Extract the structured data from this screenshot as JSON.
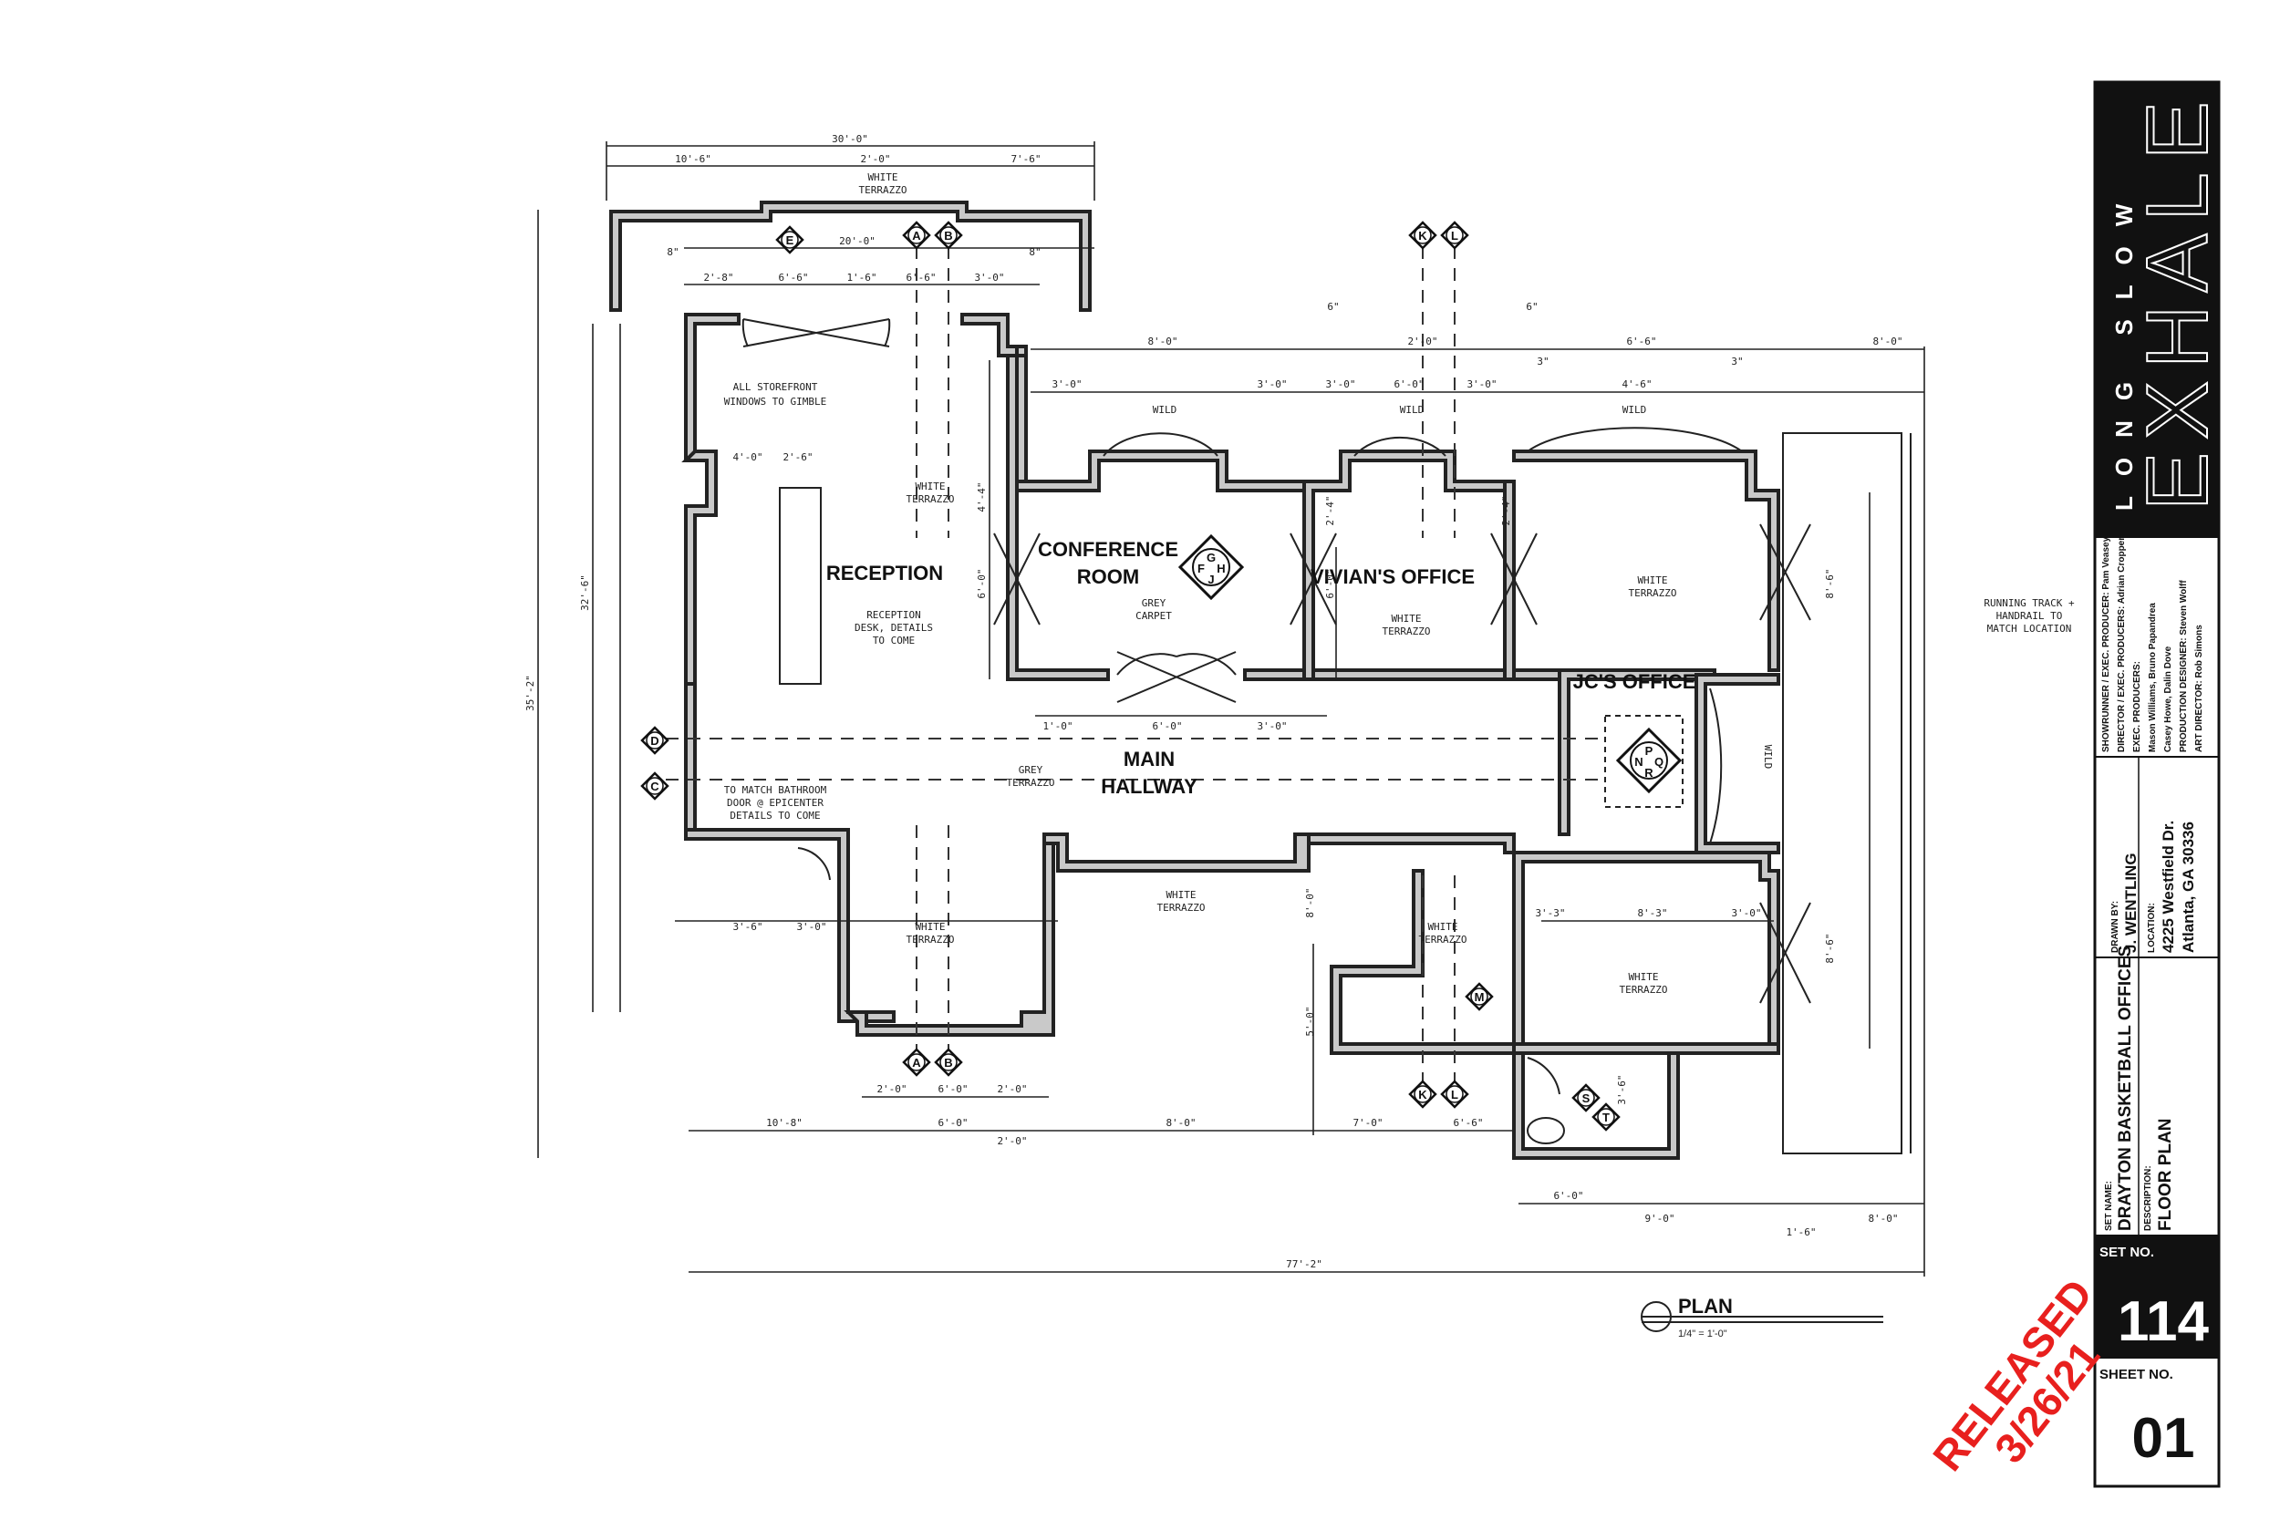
{
  "rooms": {
    "reception": "RECEPTION",
    "conference_1": "CONFERENCE",
    "conference_2": "ROOM",
    "vivian": "VIVIAN'S OFFICE",
    "jc": "JC'S OFFICE",
    "hallway_1": "MAIN",
    "hallway_2": "HALLWAY"
  },
  "notes": {
    "white_terrazzo_1": "WHITE",
    "white_terrazzo_2": "TERRAZZO",
    "grey_carpet_1": "GREY",
    "grey_carpet_2": "CARPET",
    "grey_terrazzo_1": "GREY",
    "grey_terrazzo_2": "TERRAZZO",
    "storefront_1": "ALL STOREFRONT",
    "storefront_2": "WINDOWS TO GIMBLE",
    "desk_1": "RECEPTION",
    "desk_2": "DESK, DETAILS",
    "desk_3": "TO COME",
    "bathroom_1": "TO MATCH BATHROOM",
    "bathroom_2": "DOOR @ EPICENTER",
    "bathroom_3": "DETAILS TO COME",
    "running_1": "RUNNING TRACK +",
    "running_2": "HANDRAIL TO",
    "running_3": "MATCH LOCATION",
    "wild": "WILD"
  },
  "dims": {
    "overall_top": "30'-0\"",
    "top_a": "10'-6\"",
    "top_b": "2'-0\"",
    "top_c": "7'-6\"",
    "d_20": "20'-0\"",
    "d_8": "8\"",
    "d_28": "2'-8\"",
    "d_66": "6'-6\"",
    "d_16": "1'-6\"",
    "d_30": "3'-0\"",
    "d_80": "8'-0\"",
    "d_60": "6\"",
    "d_20b": "2'-0\"",
    "d_46": "4'-6\"",
    "d_3": "3\"",
    "d_26": "2'-6\"",
    "d_40": "4'-0\"",
    "d_44": "4'-4\"",
    "d_24": "2'-4\"",
    "d_10": "1'-0\"",
    "d_60b": "6'-0\"",
    "d_35": "3'-6\"",
    "d_33": "3'-3\"",
    "d_83": "8'-3\"",
    "d_66b": "6'-6\"",
    "d_108": "10'-8\"",
    "d_70": "7'-0\"",
    "d_50": "5'-0\"",
    "d_86": "8'-6\"",
    "d_36": "3'-6\"",
    "d_322": "32'-6\"",
    "d_352": "35'-2\"",
    "d_overall_bottom": "77'-2\"",
    "d_i6": "1'-6\"",
    "d_9": "9'-0\""
  },
  "grid_tags": [
    "A",
    "B",
    "E",
    "K",
    "L",
    "C",
    "D",
    "M",
    "S",
    "T"
  ],
  "elevation_tags": {
    "conf": [
      "G",
      "F",
      "H",
      "J"
    ],
    "jc": [
      "P",
      "N",
      "Q",
      "R"
    ]
  },
  "plan_title": "PLAN",
  "plan_scale": "1/4\" = 1'-0\"",
  "title_block": {
    "show_line1": "LONG SLOW",
    "show_line2": "EXHALE",
    "credits": [
      "SHOWRUNNER / EXEC. PRODUCER: Pam Veasey",
      "DIRECTOR / EXEC. PRODUCERS: Adrian Cropper",
      "EXEC. PRODUCERS:",
      "Mason Williams, Bruno Papandrea",
      "Casey Howe, Dalin Dove",
      "PRODUCTION DESIGNER: Steven Wolff",
      "ART DIRECTOR: Rob Simons"
    ],
    "drawn_by_label": "DRAWN BY:",
    "drawn_by": "J. WENTLING",
    "location_label": "LOCATION:",
    "location_1": "4225 Westfield Dr.",
    "location_2": "Atlanta, GA 30336",
    "set_name_label": "SET NAME:",
    "set_name": "DRAYTON BASKETBALL OFFICES",
    "description_label": "DESCRIPTION:",
    "description": "FLOOR PLAN",
    "set_no_label": "SET NO.",
    "set_no": "114",
    "sheet_no_label": "SHEET NO.",
    "sheet_no": "01"
  },
  "stamp": {
    "line1": "RELEASED",
    "line2": "3/26/21"
  },
  "colors": {
    "wall_fill": "#c9c9c9",
    "stamp": "#e8201e",
    "title_block_dark": "#111111"
  }
}
